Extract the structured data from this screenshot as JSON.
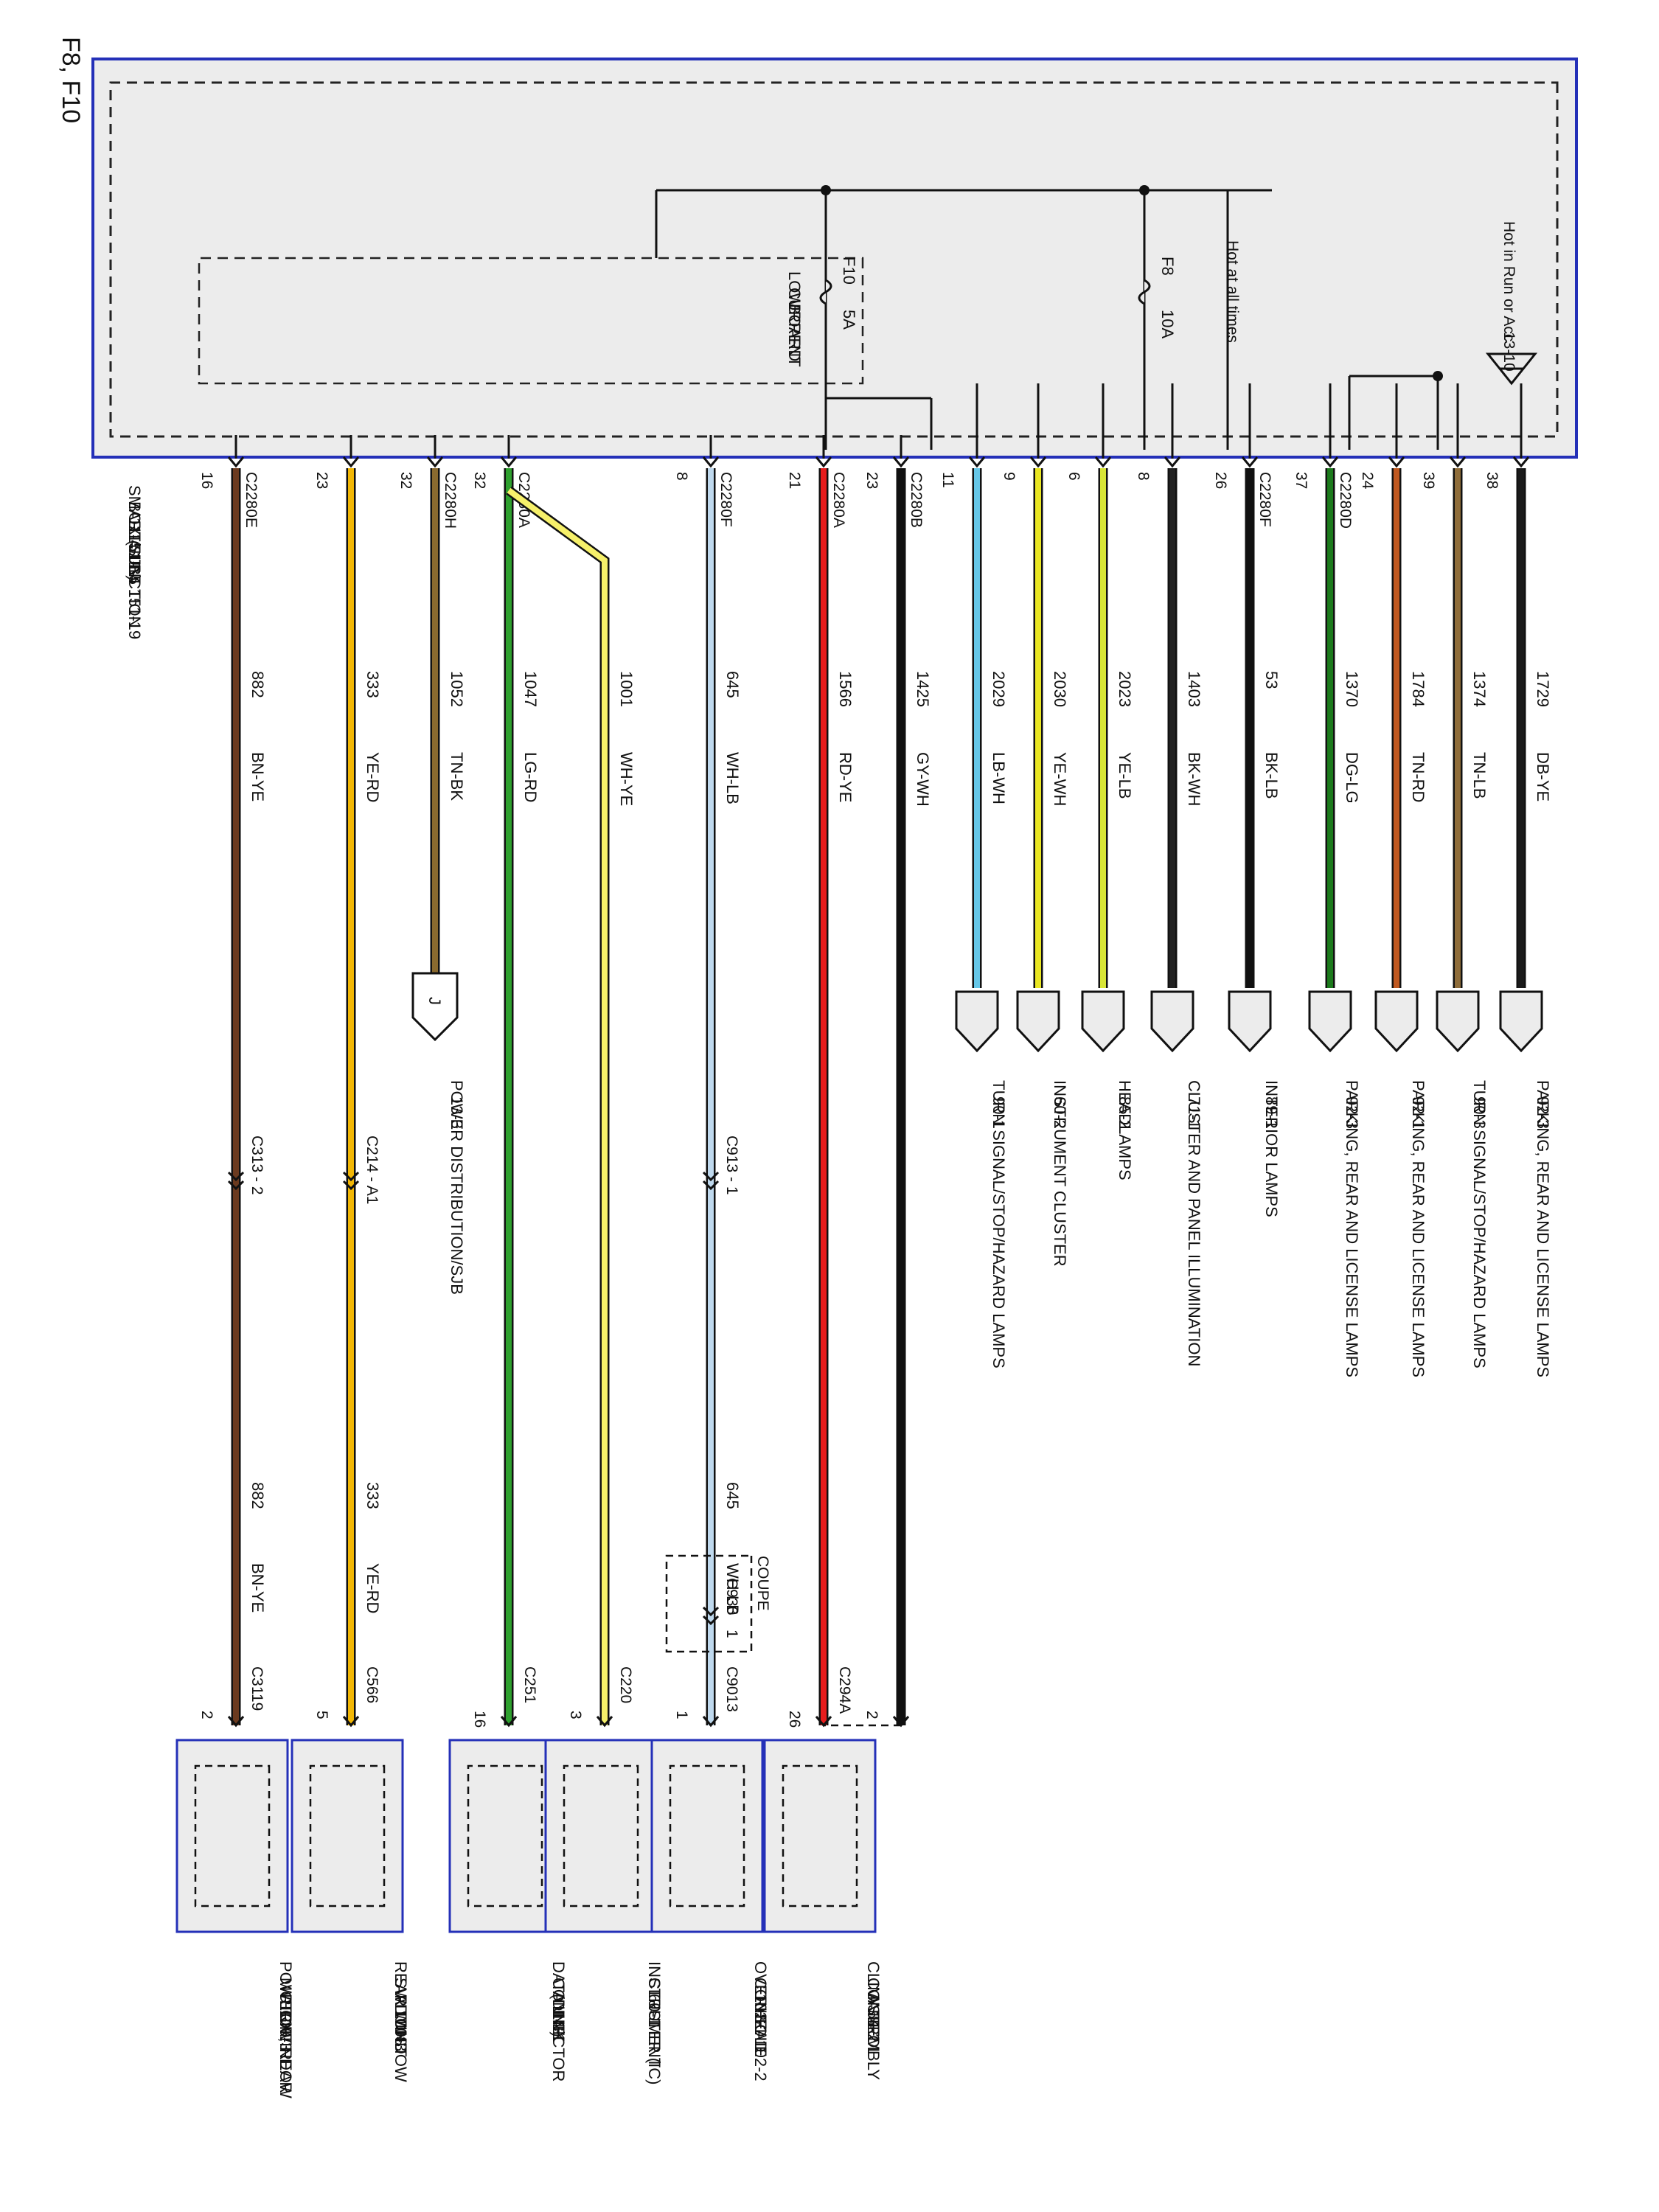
{
  "page_id": "F8, F10",
  "sjb": {
    "title_lines": [
      "SMART JUNCTION",
      "BOX (SJB)",
      "11-4    11-5",
      "151-14     151-19"
    ],
    "low_current_board": [
      "LOW",
      "CURRENT",
      "BOARD"
    ],
    "hot_all_times": "Hot at all times",
    "hot_run_acc": [
      "Hot in Run or Acc",
      "13-10"
    ],
    "fuse_f8": [
      "F8",
      "10A"
    ],
    "fuse_f10": [
      "F10",
      "5A"
    ]
  },
  "colors": {
    "BN-YE": "#6b3a1f",
    "YE-RD": "#f2b705",
    "TN-BK": "#8a6a2f",
    "LG-RD": "#2ea02e",
    "WH-YE": "#f6f06a",
    "WH-LB": "#bfd9ee",
    "RD-YE": "#e81c1c",
    "GY-WH": "#111111",
    "LB-WH": "#66c7e8",
    "YE-WH": "#e9e623",
    "YE-LB": "#d8e536",
    "BK-WH": "#222222",
    "BK-LB": "#111111",
    "DG-LG": "#1c7a1c",
    "TN-RD": "#c0581f",
    "TN-LB": "#8f6d3a",
    "DB-YE": "#1a1a1a",
    "frame": "#2430b8",
    "sjb_fill": "#ececec"
  },
  "right_circuits": [
    {
      "pin": "16",
      "connector": "C2280E",
      "circuit": "882",
      "color": "BN-YE",
      "inline": "C313 - 2",
      "circuit2": "882",
      "color2": "BN-YE",
      "end_conn": "C3119",
      "end_pin": "2",
      "component": [
        "POWER WINDOW",
        "MOTOR,",
        "RIGHT REAR",
        "100-3"
      ]
    },
    {
      "pin": "23",
      "connector": "",
      "circuit": "333",
      "color": "YE-RD",
      "inline": "C214 - A1",
      "circuit2": "333",
      "color2": "YE-RD",
      "end_conn": "C566",
      "end_pin": "5",
      "component": [
        "REAR WINDOW",
        "SWITCH",
        "ADJUST",
        "100-3"
      ]
    },
    {
      "pin": "32",
      "connector": "C2280H",
      "circuit": "1052",
      "color": "TN-BK",
      "jump": "J",
      "label": [
        "POWER DISTRIBUTION/SJB",
        "13-3"
      ]
    },
    {
      "pin": "32",
      "connector": "C2280A",
      "circuit": "1047",
      "color": "LG-RD",
      "end_conn": "C251",
      "end_pin": "16",
      "component": [
        "DATA LINK",
        "CONNECTOR",
        "(DLC)",
        "14-1"
      ]
    },
    {
      "pin": "",
      "connector": "",
      "circuit": "1001",
      "color": "WH-YE",
      "end_conn": "C220",
      "end_pin": "3",
      "component": [
        "INSTRUMENT",
        "CLUSTER (IC)",
        "60-1"
      ]
    },
    {
      "pin": "8",
      "connector": "C2280F",
      "circuit": "645",
      "color": "WH-LB",
      "inline": "C913 - 1",
      "circuit2": "645",
      "color2": "WH-LB",
      "coupe_label": "COUPE",
      "coupe_conn": "C930",
      "coupe_pin": "1",
      "end_conn": "C9013",
      "end_pin": "1",
      "component": [
        "OVERHEAD",
        "CONSOLE",
        "102-1    102-2"
      ]
    },
    {
      "pin": "21",
      "connector": "C2280A",
      "circuit": "1566",
      "color": "RD-YE",
      "end_conn": "C294A",
      "end_pin": "26",
      "component": [
        "CLIMATE",
        "CONTROL",
        "ASSEMBLY",
        "54-2"
      ]
    },
    {
      "pin": "23",
      "connector": "C2280B",
      "circuit": "1425",
      "color": "GY-WH",
      "end_pin": "2"
    }
  ],
  "left_circuits": [
    {
      "pin": "11",
      "connector": "",
      "circuit": "2029",
      "color": "LB-WH",
      "dest": [
        "TURN SIGNAL/STOP/HAZARD LAMPS",
        "90-1"
      ]
    },
    {
      "pin": "9",
      "connector": "",
      "circuit": "2030",
      "color": "YE-WH",
      "dest": [
        "INSTRUMENT CLUSTER",
        "60-2"
      ]
    },
    {
      "pin": "6",
      "connector": "",
      "circuit": "2023",
      "color": "YE-LB",
      "dest": [
        "HEADLAMPS",
        "85-2"
      ]
    },
    {
      "pin": "8",
      "connector": "",
      "circuit": "1403",
      "color": "BK-WH",
      "dest": [
        "CLUSTER AND PANEL ILLUMINATION",
        "71-1"
      ]
    },
    {
      "pin": "26",
      "connector": "C2280F",
      "circuit": "53",
      "color": "BK-LB",
      "dest": [
        "INTERIOR LAMPS",
        "89-1"
      ]
    },
    {
      "pin": "37",
      "connector": "C2280D",
      "circuit": "1370",
      "color": "DG-LG",
      "dest": [
        "PARKING, REAR AND LICENSE LAMPS",
        "92-3"
      ]
    },
    {
      "pin": "24",
      "connector": "",
      "circuit": "1784",
      "color": "TN-RD",
      "dest": [
        "PARKING, REAR AND LICENSE LAMPS",
        "92-1"
      ]
    },
    {
      "pin": "39",
      "connector": "",
      "circuit": "1374",
      "color": "TN-LB",
      "dest": [
        "TURN SIGNAL/STOP/HAZARD LAMPS",
        "90-3"
      ]
    },
    {
      "pin": "38",
      "connector": "",
      "circuit": "1729",
      "color": "DB-YE",
      "dest": [
        "PARKING, REAR AND LICENSE LAMPS",
        "92-3"
      ]
    }
  ]
}
